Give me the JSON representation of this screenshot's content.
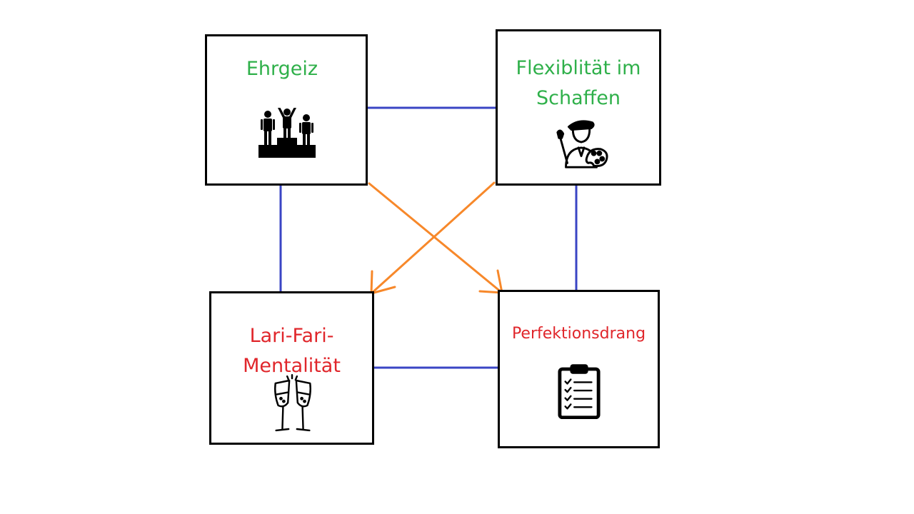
{
  "colors": {
    "positive_text": "#2fb04a",
    "negative_text": "#e0262b",
    "connector_line": "#3a45c4",
    "cross_arrow": "#f7882a",
    "box_border": "#000000"
  },
  "nodes": [
    {
      "id": "ehrgeiz",
      "label": "Ehrgeiz",
      "tone": "positive",
      "icon": "podium-icon"
    },
    {
      "id": "flexibilitaet",
      "label": "Flexiblität im\nSchaffen",
      "tone": "positive",
      "icon": "painter-icon"
    },
    {
      "id": "lari_fari",
      "label": "Lari-Fari-\nMentalität",
      "tone": "negative",
      "icon": "champagne-glasses-icon"
    },
    {
      "id": "perfektion",
      "label": "Perfektionsdrang",
      "tone": "negative",
      "icon": "clipboard-checklist-icon"
    }
  ],
  "edges": [
    {
      "from": "ehrgeiz",
      "to": "flexibilitaet",
      "type": "line"
    },
    {
      "from": "ehrgeiz",
      "to": "lari_fari",
      "type": "line"
    },
    {
      "from": "flexibilitaet",
      "to": "perfektion",
      "type": "line"
    },
    {
      "from": "lari_fari",
      "to": "perfektion",
      "type": "line"
    },
    {
      "from": "ehrgeiz",
      "to": "perfektion",
      "type": "arrow"
    },
    {
      "from": "flexibilitaet",
      "to": "lari_fari",
      "type": "arrow"
    }
  ]
}
